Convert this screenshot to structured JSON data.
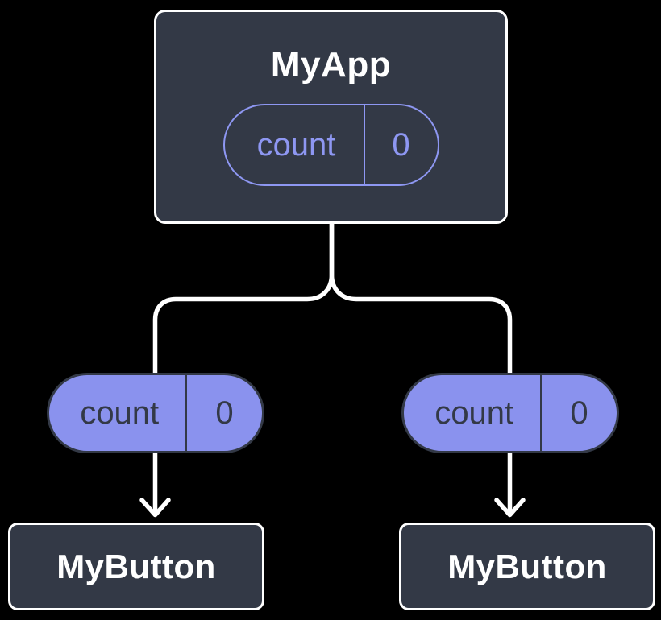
{
  "colors": {
    "background": "#000000",
    "component_fill": "#333946",
    "component_border": "#ffffff",
    "title_text": "#ffffff",
    "state_pill_outline": "#8e97f2",
    "prop_pill_fill": "#8a92ee",
    "prop_pill_text": "#333946",
    "connector": "#ffffff"
  },
  "diagram": {
    "root": {
      "title": "MyApp",
      "state": {
        "name": "count",
        "value": "0"
      }
    },
    "children": [
      {
        "title": "MyButton",
        "prop": {
          "name": "count",
          "value": "0"
        }
      },
      {
        "title": "MyButton",
        "prop": {
          "name": "count",
          "value": "0"
        }
      }
    ]
  }
}
